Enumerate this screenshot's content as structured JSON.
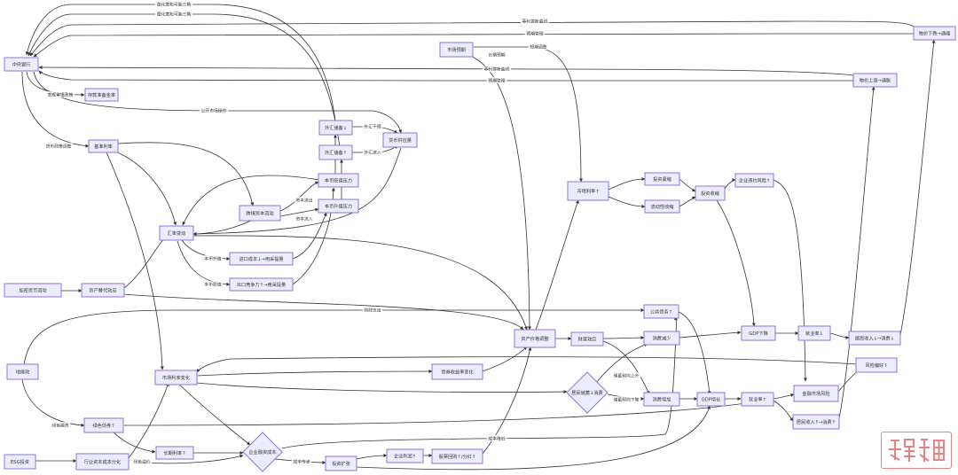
{
  "nodes": {
    "central_bank": "中央银行",
    "reserve_rate": "存款准备金率",
    "base_rate": "基准利率",
    "market_expect": "市场预期",
    "fx_inter1": "外汇储备↓",
    "fx_inter2": "外汇储备↑",
    "fx_market": "货币供应量",
    "currency_pressure": "本币贬值压力",
    "currency_pressure2": "本币升值压力",
    "capital_flow": "跨境资本流动",
    "exchange": "汇率变动",
    "import_cost": "进口成本↓→用采提量",
    "export_comp": "出口竞争力↑→用采提量",
    "crypto": "加密货币流动",
    "asset_subst": "资产替代效应",
    "market_rate": "市场利率↑",
    "invest_down": "投资紧缩",
    "liquidity_down": "流动性收缩",
    "price_pressure": "投资收缩",
    "corp_finance": "企业违约风险↑",
    "asset_price": "资产价格调整",
    "wealth_effect": "财富效应",
    "consume_down": "消费减少",
    "gdp_drop": "GDP下降",
    "employ_down": "就业率↓",
    "income_up": "居民收入↓→消费↓",
    "public_debt": "公共债务↑",
    "geo": "地缘政",
    "market_rate_change": "市场利率变化",
    "bond_yield": "债券收益率变化",
    "consumer_conf": "居民储蓄↓消费",
    "consume_up": "消费增加",
    "gdp_up": "GDP增长",
    "employ_up": "就业率↑",
    "income_down": "居民收入↑→消费↑",
    "green_bond": "绿色债券↑",
    "risk_appetite": "风险偏好↑",
    "total_market": "金融市场风险",
    "esg": "ESG投资",
    "industry_cost": "行业资本成本分化",
    "long_rate": "长期利率↑",
    "corp_finance_cost": "企业融资成本",
    "invest_expand": "投资扩张",
    "corp_profit": "企业利润↑",
    "stock_buyback": "股票回购↑/分红↑",
    "price_down": "物价下跌→通缩",
    "price_up": "物价上涨→通胀"
  },
  "edge_labels": {
    "e1": "量化宽松可能三角",
    "e2": "量化宽松可能三角",
    "e3": "菲利普斯曲线",
    "e4": "预期管理",
    "e5": "短期调整",
    "e6": "长期预期",
    "e7": "菲利普斯曲线",
    "e8": "预期管理",
    "e9": "宏观审慎政策",
    "e10": "公开市场操作",
    "e11": "货币政策调整",
    "e12": "外汇干预",
    "e13": "外汇流入",
    "e14": "资本流出",
    "e15": "资本流入",
    "e16": "本币升值",
    "e17": "本币贬值",
    "e18": "财政支出",
    "e19": "储蓄倾向上升",
    "e20": "储蓄倾向下降",
    "e21": "绿色融资",
    "e22": "绿色溢价",
    "e23": "成本传递",
    "e24": "成本降低"
  }
}
